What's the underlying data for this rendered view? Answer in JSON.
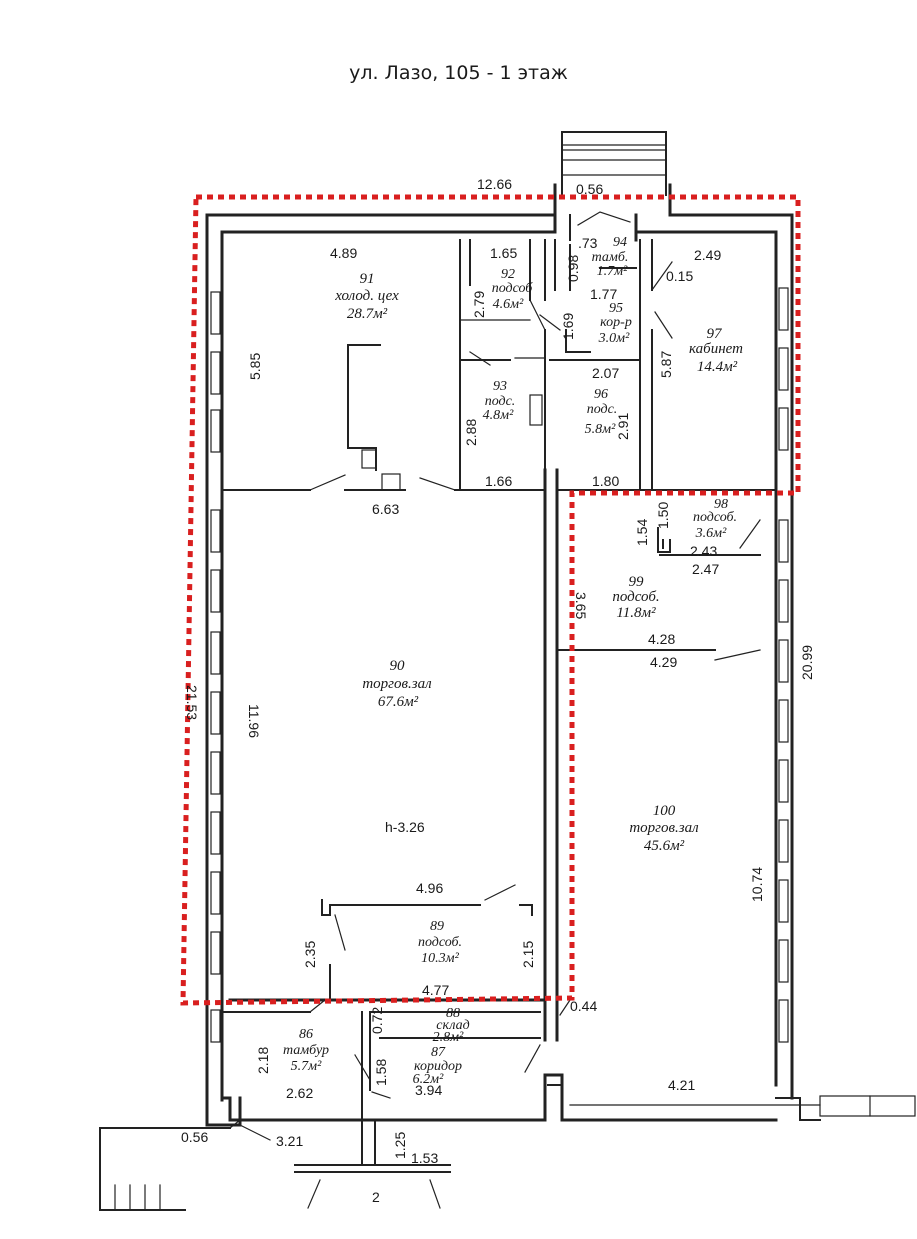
{
  "title": "ул. Лазо, 105 - 1 этаж",
  "colors": {
    "walls": "#222222",
    "highlight": "#d91f1f",
    "background": "#ffffff"
  },
  "rooms": {
    "r86": {
      "num": "86",
      "name": "тамбур",
      "area": "5.7м²"
    },
    "r87": {
      "num": "87",
      "name": "коридор",
      "area": "6.2м²"
    },
    "r88": {
      "num": "88",
      "name": "склад",
      "area": "2.8м²"
    },
    "r89": {
      "num": "89",
      "name": "подсоб.",
      "area": "10.3м²"
    },
    "r90": {
      "num": "90",
      "name": "торгов.зал",
      "area": "67.6м²",
      "height": "h-3.26"
    },
    "r91": {
      "num": "91",
      "name": "холод. цех",
      "area": "28.7м²"
    },
    "r92": {
      "num": "92",
      "name": "подсоб",
      "area": "4.6м²"
    },
    "r93": {
      "num": "93",
      "name": "подс.",
      "area": "4.8м²"
    },
    "r94": {
      "num": "94",
      "name": "тамб.",
      "area": "1.7м²"
    },
    "r95": {
      "num": "95",
      "name": "кор-р",
      "area": "3.0м²"
    },
    "r96": {
      "num": "96",
      "name": "подс.",
      "area": "5.8м²"
    },
    "r97": {
      "num": "97",
      "name": "кабинет",
      "area": "14.4м²"
    },
    "r98": {
      "num": "98",
      "name": "подсоб.",
      "area": "3.6м²"
    },
    "r99": {
      "num": "99",
      "name": "подсоб.",
      "area": "11.8м²"
    },
    "r100": {
      "num": "100",
      "name": "торгов.зал",
      "area": "45.6м²"
    }
  },
  "dims": {
    "d1266": "12.66",
    "d056t": "0.56",
    "d489": "4.89",
    "d165": "1.65",
    "d073": ".73",
    "d098": "0.98",
    "d249": "2.49",
    "d015": "0.15",
    "d279": "2.79",
    "d177": "1.77",
    "d169": "1.69",
    "d585": "5.85",
    "d587": "5.87",
    "d207": "2.07",
    "d288": "2.88",
    "d291": "2.91",
    "d166": "1.66",
    "d180": "1.80",
    "d663": "6.63",
    "d154": "1.54",
    "d150": "1.50",
    "d243": "2.43",
    "d247": "2.47",
    "d365": "3.65",
    "d428": "4.28",
    "d429": "4.29",
    "d2099": "20.99",
    "d2153": "21.53",
    "d1196": "11.96",
    "d496": "4.96",
    "d235": "2.35",
    "d215": "2.15",
    "d477": "4.77",
    "d044": "0.44",
    "d072": "0.72",
    "d218": "2.18",
    "d158": "1.58",
    "d394": "3.94",
    "d262": "2.62",
    "d421": "4.21",
    "d1074": "10.74",
    "d056b": "0.56",
    "d321": "3.21",
    "d125": "1.25",
    "d153": "1.53",
    "d2": "2"
  }
}
